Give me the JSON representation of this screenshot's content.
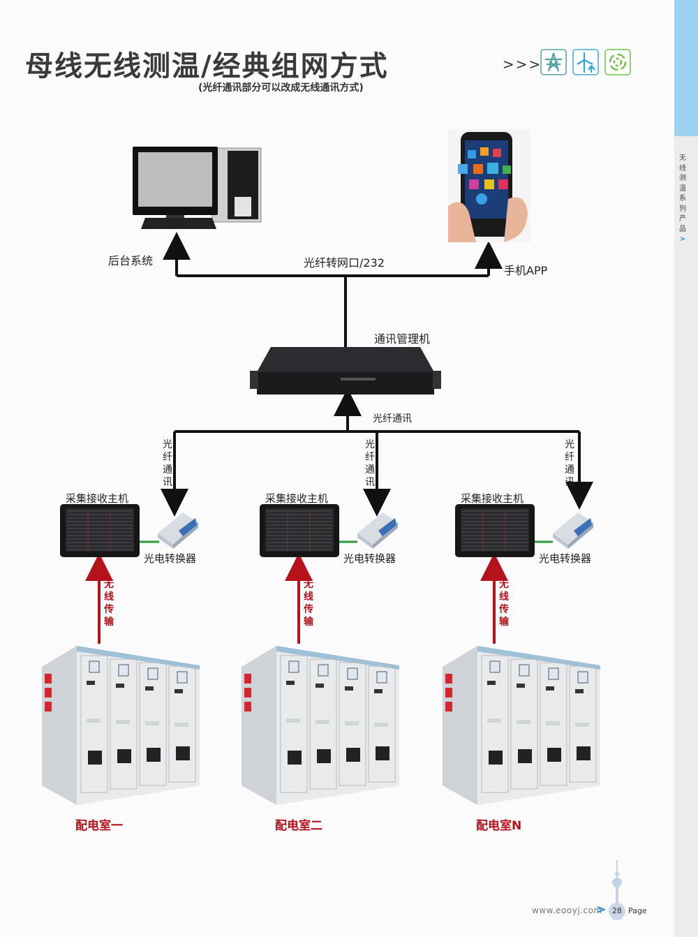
{
  "header": {
    "title": "母线无线测温/经典组网方式",
    "subtitle": "(光纤通讯部分可以改成无线通讯方式)",
    "chevrons": ">>>",
    "category_icons": [
      {
        "name": "power-tower-icon",
        "color": "#4fa19c"
      },
      {
        "name": "wind-turbine-icon",
        "color": "#2ea7d6"
      },
      {
        "name": "recycle-cycle-icon",
        "color": "#6cbf3f"
      }
    ]
  },
  "sidebar": {
    "label_chars": [
      "无",
      "线",
      "测",
      "温",
      "系",
      "列",
      "产",
      "品"
    ],
    "arrow": ">",
    "accent_color": "#9ad2f0"
  },
  "diagram": {
    "top_nodes": {
      "backend": {
        "label": "后台系统",
        "image": "desktop-computer"
      },
      "mobile": {
        "label": "手机APP",
        "image": "smartphone-apps"
      },
      "link_label": "光纤转网口/232"
    },
    "manager": {
      "label": "通讯管理机",
      "uplink_label": "光纤通讯"
    },
    "branch_link_label_chars": [
      "光",
      "纤",
      "通",
      "讯"
    ],
    "branches": [
      {
        "host_label": "采集接收主机",
        "converter_label": "光电转换器",
        "wireless_chars": [
          "无",
          "线",
          "传",
          "输"
        ],
        "room_label": "配电室一"
      },
      {
        "host_label": "采集接收主机",
        "converter_label": "光电转换器",
        "wireless_chars": [
          "无",
          "线",
          "传",
          "输"
        ],
        "room_label": "配电室二"
      },
      {
        "host_label": "采集接收主机",
        "converter_label": "光电转换器",
        "wireless_chars": [
          "无",
          "线",
          "传",
          "输"
        ],
        "room_label": "配电室N"
      }
    ],
    "colors": {
      "wireless_arrow": "#b5121b",
      "link_line": "#111111",
      "converter_cable": "#2a9a3a"
    }
  },
  "footer": {
    "url": "www.eooyj.com",
    "arrow": ">",
    "page_number": "28",
    "page_word": "Page"
  }
}
